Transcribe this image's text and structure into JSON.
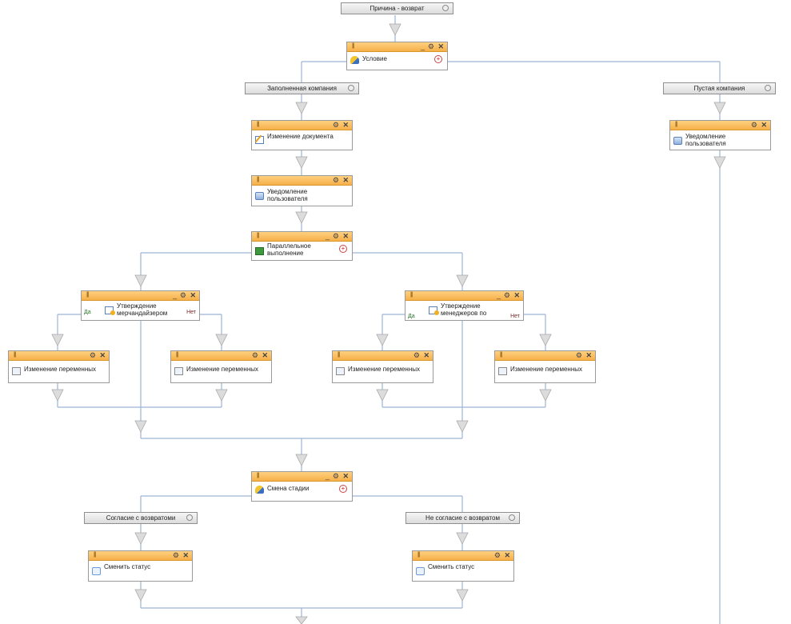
{
  "diagram": {
    "bars": {
      "start": "Причина - возврат",
      "filled_campaign": "Заполненная компания",
      "empty_campaign": "Пустая компания",
      "agree": "Согласие с возвратоми",
      "disagree": "Не согласие с возвратом"
    },
    "nodes": {
      "condition": "Условие",
      "change_doc": "Изменение документа",
      "notify_user_1": "Уведомление пользователя",
      "notify_user_2": "Уведомление пользователя",
      "parallel": "Параллельное выполнение",
      "approve_merch": "Утверждение мерчандайзером",
      "approve_managers": "Утверждение менеджеров по",
      "var_1": "Изменение переменных",
      "var_2": "Изменение переменных",
      "var_3": "Изменение переменных",
      "var_4": "Изменение переменных",
      "stage_change": "Смена стадии",
      "set_status_1": "Сменить статус",
      "set_status_2": "Сменить статус"
    },
    "branch_labels": {
      "yes": "Да",
      "no": "Нет"
    },
    "colors": {
      "header": "#f6b04a",
      "connector": "#9db5d6",
      "arrow": "#c8c8c8"
    }
  }
}
